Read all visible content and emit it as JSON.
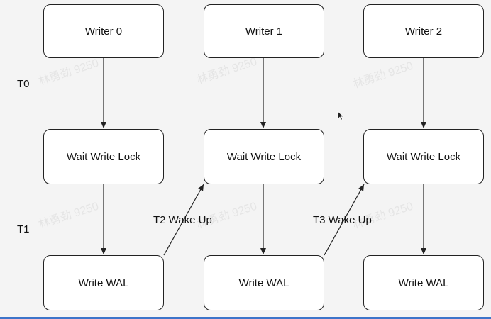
{
  "diagram": {
    "writers": [
      {
        "top": "Writer 0",
        "middle": "Wait Write Lock",
        "bottom": "Write WAL"
      },
      {
        "top": "Writer 1",
        "middle": "Wait Write Lock",
        "bottom": "Write WAL"
      },
      {
        "top": "Writer 2",
        "middle": "Wait Write Lock",
        "bottom": "Write WAL"
      }
    ],
    "time_labels": {
      "t0": "T0",
      "t1": "T1"
    },
    "wakeups": {
      "first": "T2 Wake Up",
      "second": "T3 Wake Up"
    },
    "watermark": "林勇劲 9250"
  }
}
